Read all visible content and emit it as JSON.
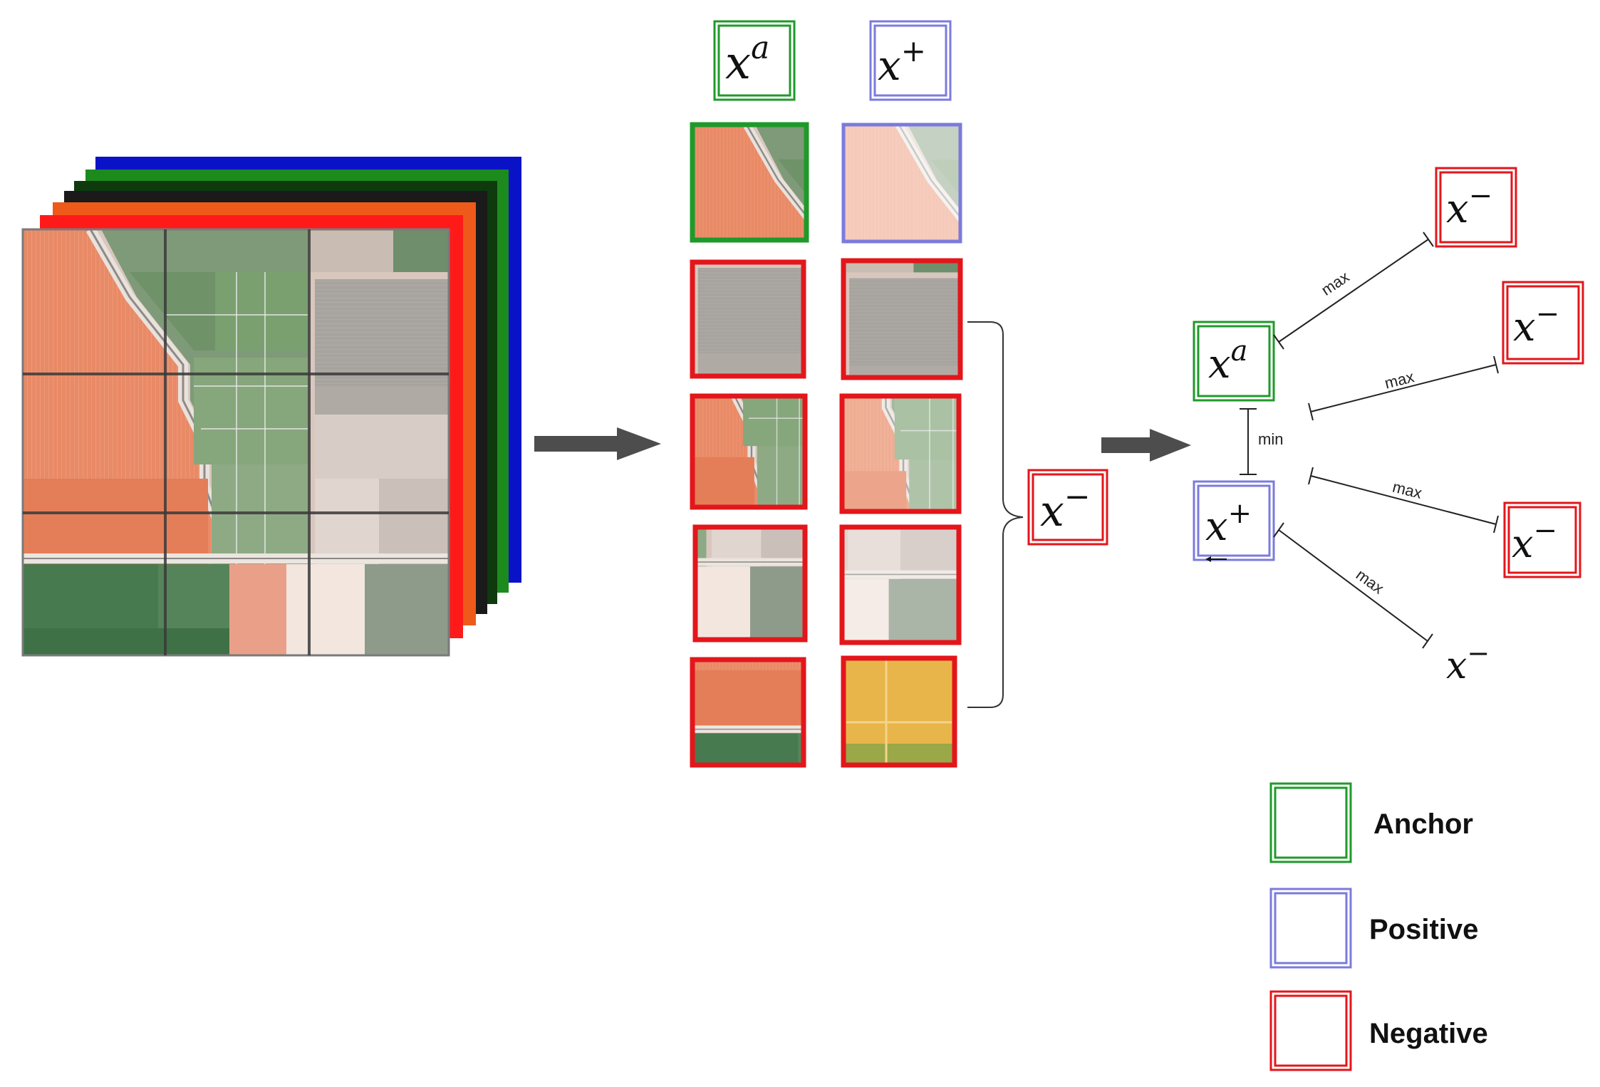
{
  "colors": {
    "anchor": "#1f9a2a",
    "positive": "#7b7bdc",
    "negative": "#e3161b",
    "arrow": "#4d4d4d",
    "band_blue": "#0a12c8",
    "band_green": "#1d8a1d",
    "band_darkgreen": "#0e3a0e",
    "band_orange": "#ee5a1a",
    "band_red": "#ff1a1a"
  },
  "symbols": {
    "x": "x",
    "anchor_sup": "a",
    "positive_sup": "+",
    "negative_sup": "−"
  },
  "edges": {
    "min": "min",
    "max": "max"
  },
  "legend": {
    "anchor": "Anchor",
    "positive": "Positive",
    "negative": "Negative"
  }
}
